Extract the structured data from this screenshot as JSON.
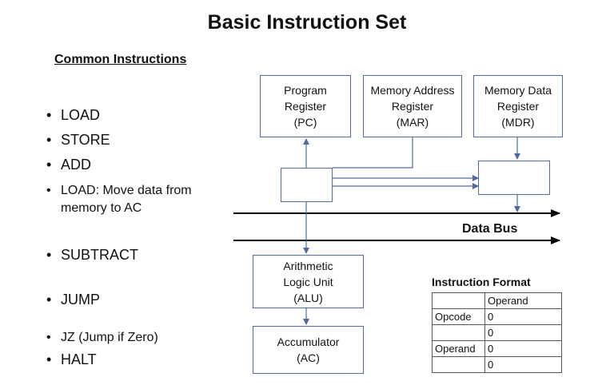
{
  "title": "Basic Instruction Set",
  "list_heading": "Common Instructions",
  "bullets": [
    "LOAD",
    "STORE",
    "ADD",
    "LOAD: Move data from\nmemory to AC",
    "SUBTRACT",
    "JUMP",
    "JZ (Jump if Zero)",
    "HALT"
  ],
  "bullet_glyph": "•",
  "boxes": {
    "pc": "Program\nRegister\n(PC)",
    "mar": "Memory Address\nRegister\n(MAR)",
    "mdr": "Memory Data\nRegister\n(MDR)",
    "alu": "Arithmetic\nLogic Unit\n(ALU)",
    "ac": "Accumulator\n(AC)"
  },
  "bus_label": "Data Bus",
  "instruction_format": {
    "title": "Instruction Format",
    "rows": [
      [
        "",
        "Operand"
      ],
      [
        "Opcode",
        "0"
      ],
      [
        "",
        "0"
      ],
      [
        "Operand",
        "0"
      ],
      [
        "",
        "0"
      ]
    ]
  },
  "colors": {
    "box_border": "#4f6b9e",
    "arrow": "#4f6b9e",
    "bus": "#000000"
  }
}
